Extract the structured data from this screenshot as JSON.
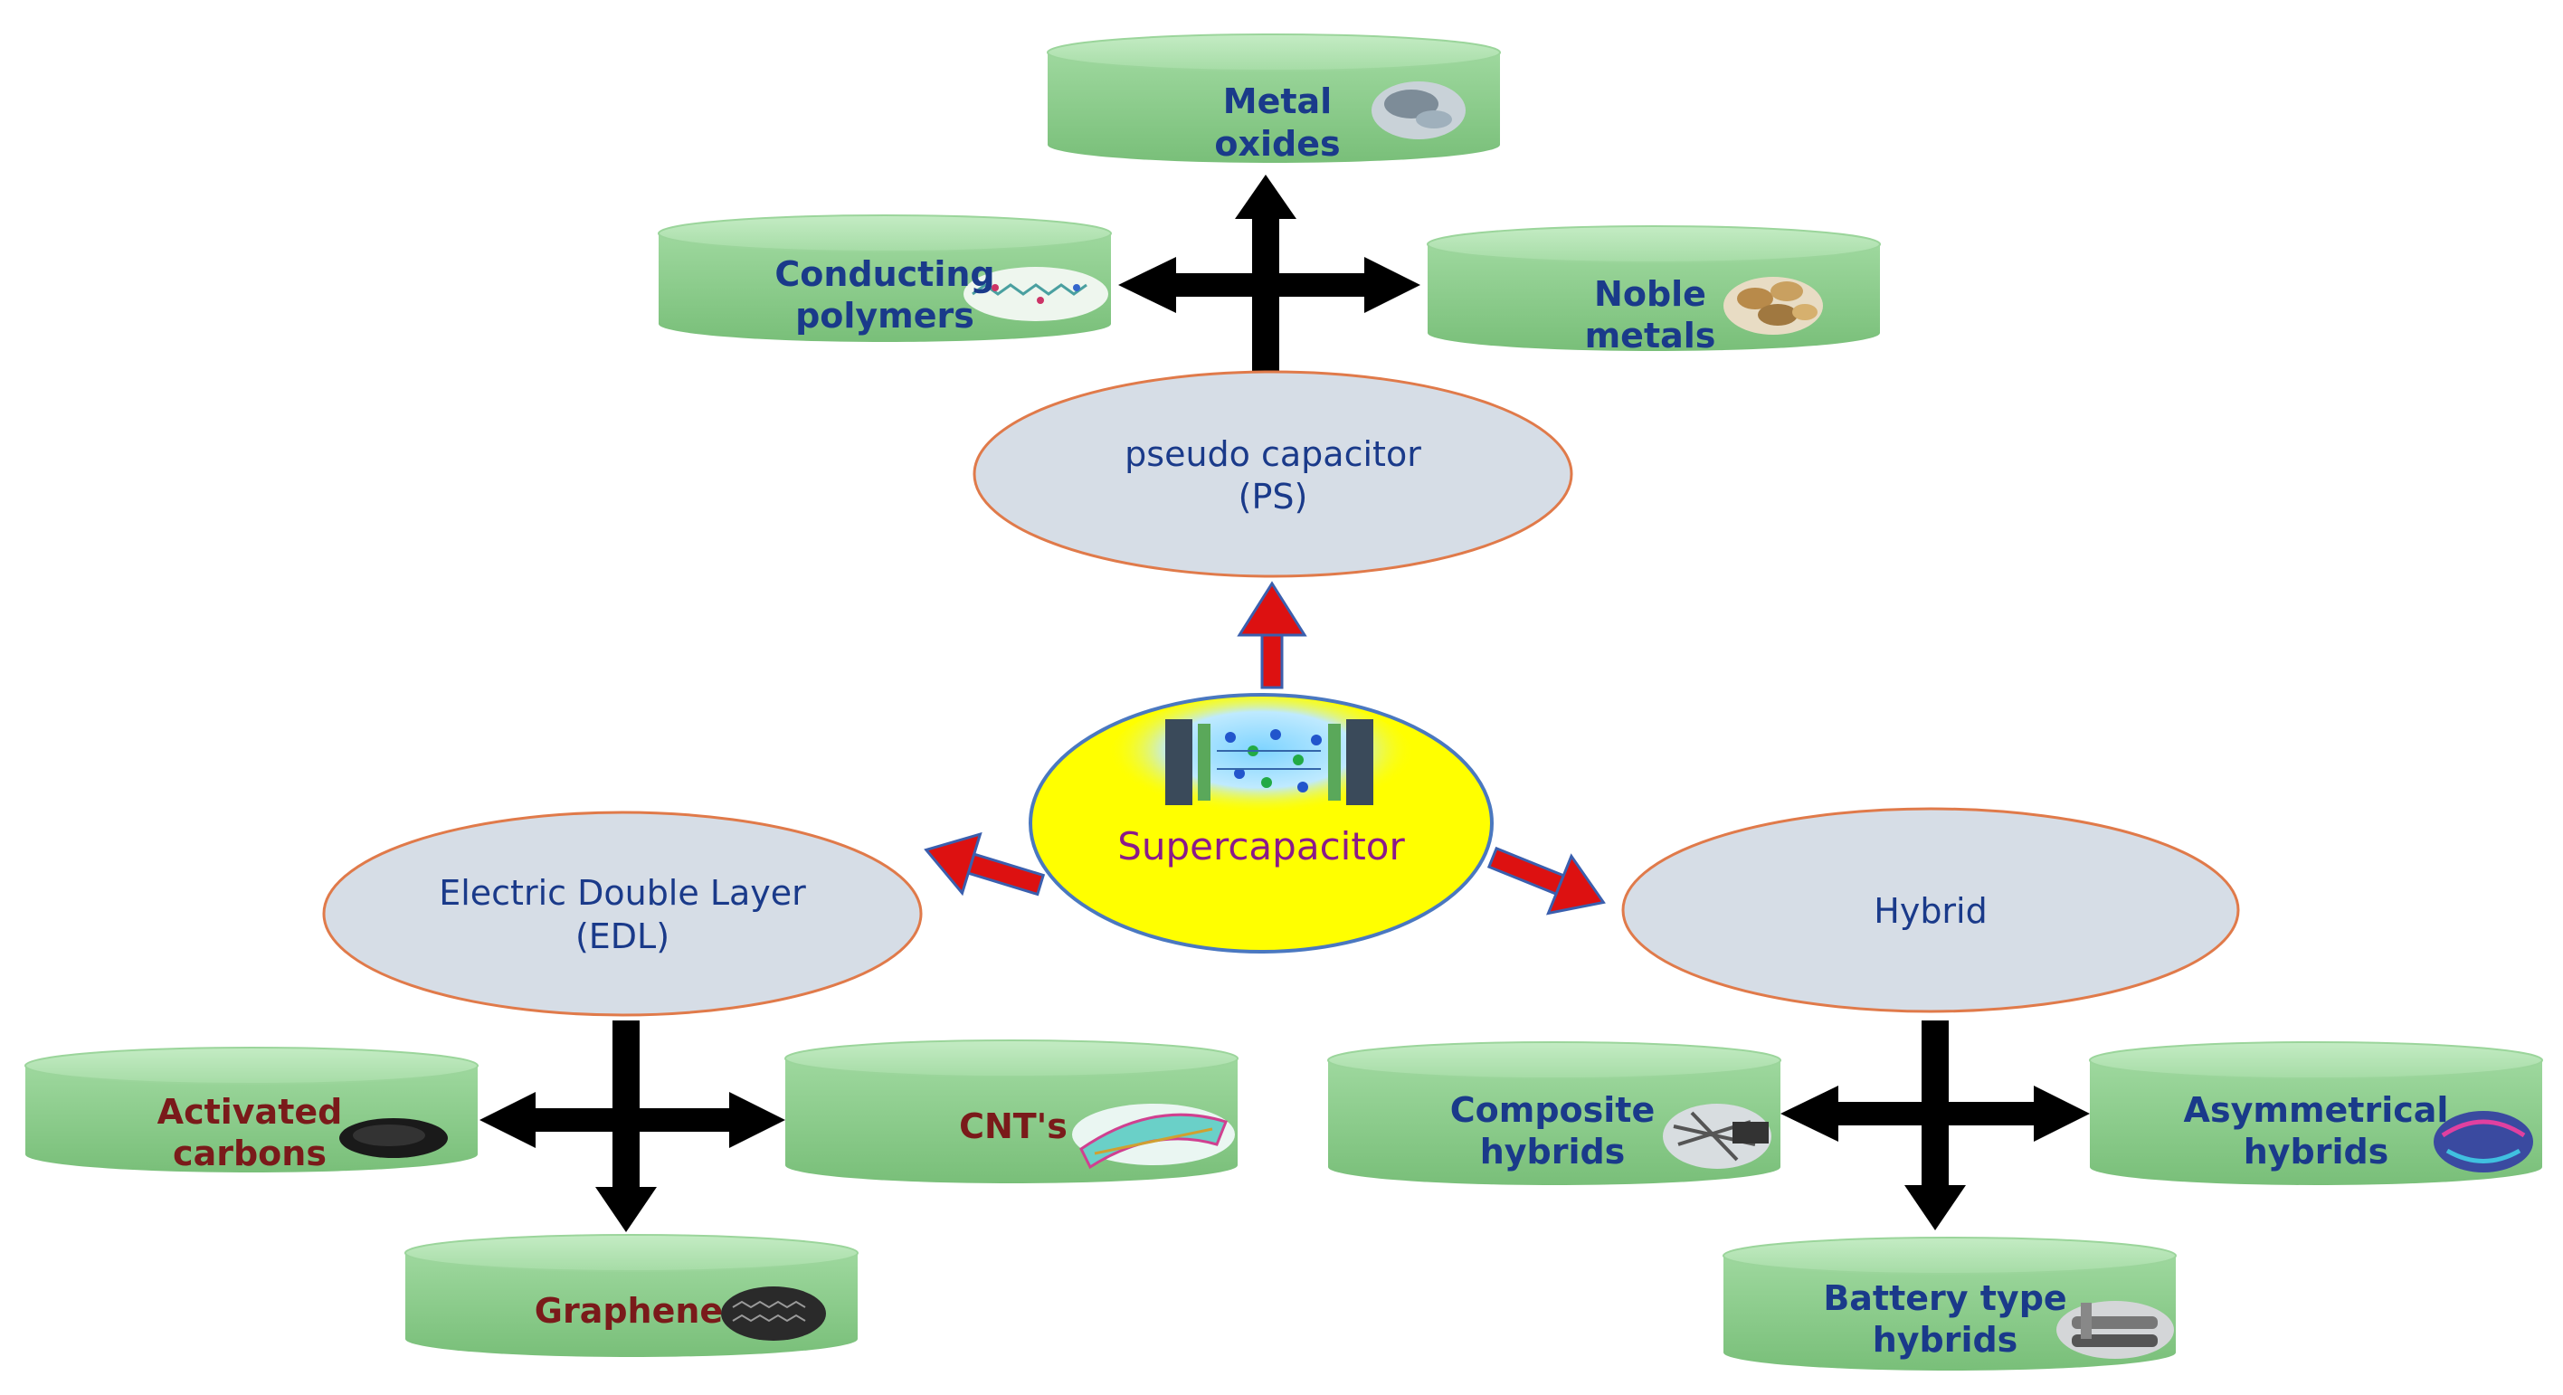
{
  "center": {
    "label": "Supercapacitor"
  },
  "categories": {
    "pseudo": {
      "line1": "pseudo capacitor",
      "line2": "(PS)"
    },
    "edl": {
      "line1": "Electric Double Layer",
      "line2": "(EDL)"
    },
    "hybrid": {
      "line1": "Hybrid"
    }
  },
  "materials": {
    "metal_oxides": {
      "line1": "Metal",
      "line2": "oxides"
    },
    "conducting_polymers": {
      "line1": "Conducting",
      "line2": "polymers"
    },
    "noble_metals": {
      "line1": "Noble",
      "line2": "metals"
    },
    "activated_carbons": {
      "line1": "Activated",
      "line2": "carbons"
    },
    "cnts": {
      "line1": "CNT's"
    },
    "graphene": {
      "line1": "Graphene"
    },
    "composite_hybrids": {
      "line1": "Composite",
      "line2": "hybrids"
    },
    "asymmetrical_hybrids": {
      "line1": "Asymmetrical",
      "line2": "hybrids"
    },
    "battery_type_hybrids": {
      "line1": "Battery type",
      "line2": "hybrids"
    }
  },
  "colors": {
    "disk_fill": "#8fd08f",
    "ellipse_fill": "#d6dde6",
    "ellipse_stroke": "#e07a4a",
    "center_fill": "#ffff00",
    "center_stroke": "#4a78c0",
    "center_text": "#8a1a8a",
    "blue_text": "#1a3a8a",
    "red_text": "#7a1a1a",
    "red_arrow": "#dd1111"
  }
}
